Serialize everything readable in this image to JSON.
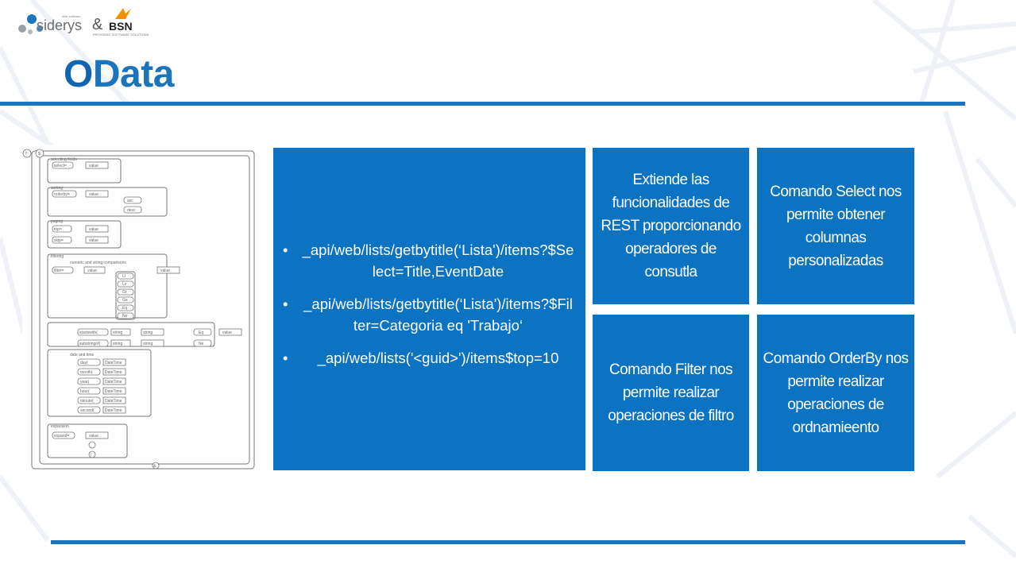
{
  "logo": {
    "brand1": "siderys",
    "brand1_tag": "elite software",
    "ampersand": "&",
    "brand2": "BSN",
    "brand2_tag": "PROVIDING SOFTWARE SOLUTIONS"
  },
  "title": {
    "first": "O",
    "rest": "Data"
  },
  "main_tile": {
    "items": [
      "_api/web/lists/getbytitle(‘Lista')/items?$Select=Title,EventDate",
      "_api/web/lists/getbytitle(‘Lista')/items?$Filter=Categoria eq 'Trabajo‘",
      "_api/web/lists('<guid>')/items$top=10"
    ]
  },
  "tiles": [
    {
      "text": "Extiende las funcionalidades de REST proporcionando operadores de consutla"
    },
    {
      "text": "Comando Select nos permite obtener columnas personalizadas"
    },
    {
      "text": "Comando Filter nos permite realizar operaciones de filtro"
    },
    {
      "text": "Comando OrderBy nos permite realizar operaciones de ordnamieento"
    }
  ],
  "diagram": {
    "start_symbols": [
      "?",
      "$"
    ],
    "end_symbol": "&",
    "sections": [
      "selecting fields",
      "sorting",
      "paging",
      "filtering",
      "numeric and string comparisons",
      "date and time",
      "expansion"
    ],
    "keywords": [
      "select=",
      "orderby=",
      "top=",
      "skip=",
      "filter=",
      "startswith(",
      "substringof(",
      "day(",
      "month(",
      "year(",
      "hour(",
      "minute(",
      "second(",
      "expand="
    ],
    "values": [
      "value",
      "asc",
      "desc",
      "Lt",
      "Le",
      "Gt",
      "Ge",
      "Eq",
      "Ne",
      "string",
      "DateTime"
    ],
    "punct": [
      ",",
      "/",
      ")"
    ]
  },
  "colors": {
    "accent": "#1b75bc",
    "tile": "#0c72c2"
  }
}
